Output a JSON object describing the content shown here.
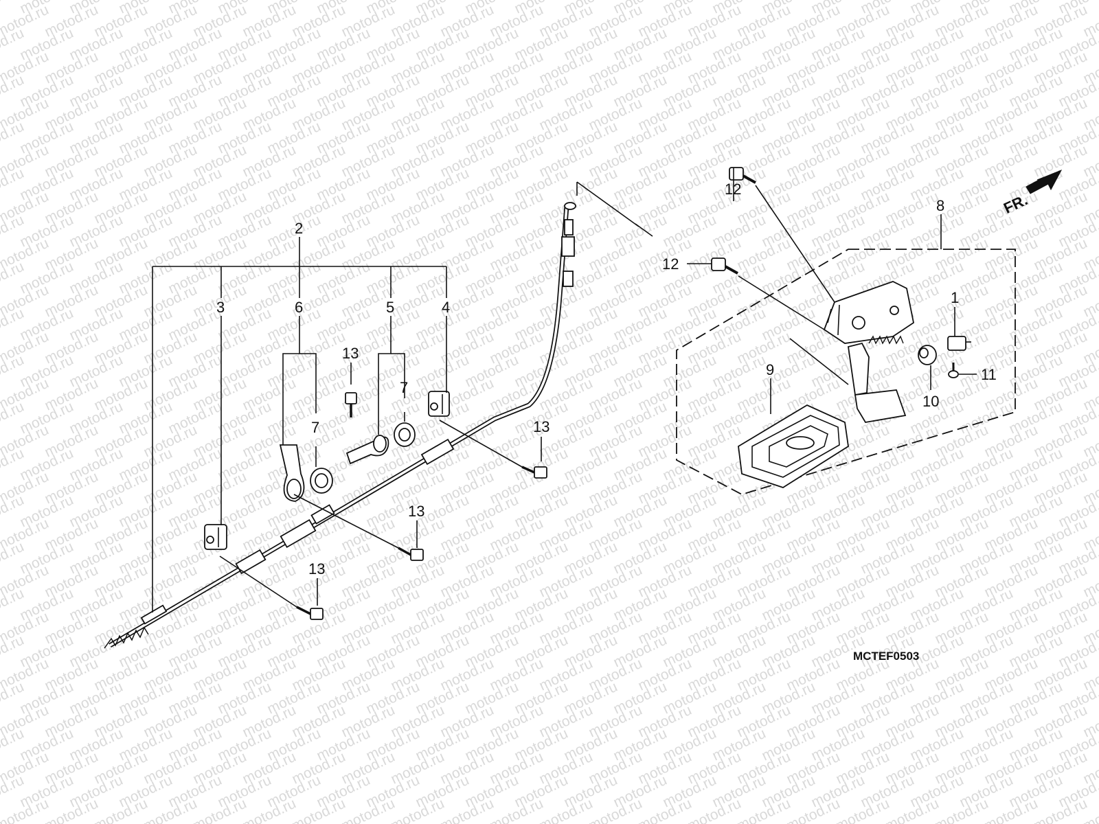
{
  "watermark": "motod.ru",
  "diagram_code": "MCTEF0503",
  "front_indicator": "FR.",
  "callouts": [
    "1",
    "2",
    "3",
    "4",
    "5",
    "6",
    "7",
    "7",
    "8",
    "9",
    "10",
    "11",
    "12",
    "12",
    "13",
    "13",
    "13",
    "13"
  ]
}
